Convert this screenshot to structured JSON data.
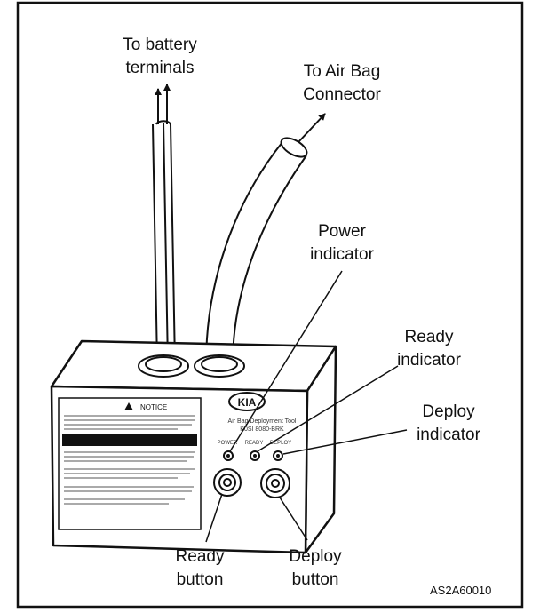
{
  "labels": {
    "battery": [
      "To battery",
      "terminals"
    ],
    "connector": [
      "To Air Bag",
      "Connector"
    ],
    "power": [
      "Power",
      "indicator"
    ],
    "ready_ind": [
      "Ready",
      "indicator"
    ],
    "deploy_ind": [
      "Deploy",
      "indicator"
    ],
    "ready_btn": [
      "Ready",
      "button"
    ],
    "deploy_btn": [
      "Deploy",
      "button"
    ]
  },
  "figure_code": "AS2A60010",
  "device": {
    "brand": "KIA",
    "name_line1": "Air Bag Deployment Tool",
    "name_line2": "K0SI 8080-BRK",
    "notice_title": "NOTICE",
    "led_labels": [
      "POWER",
      "READY",
      "DEPLOY"
    ]
  }
}
